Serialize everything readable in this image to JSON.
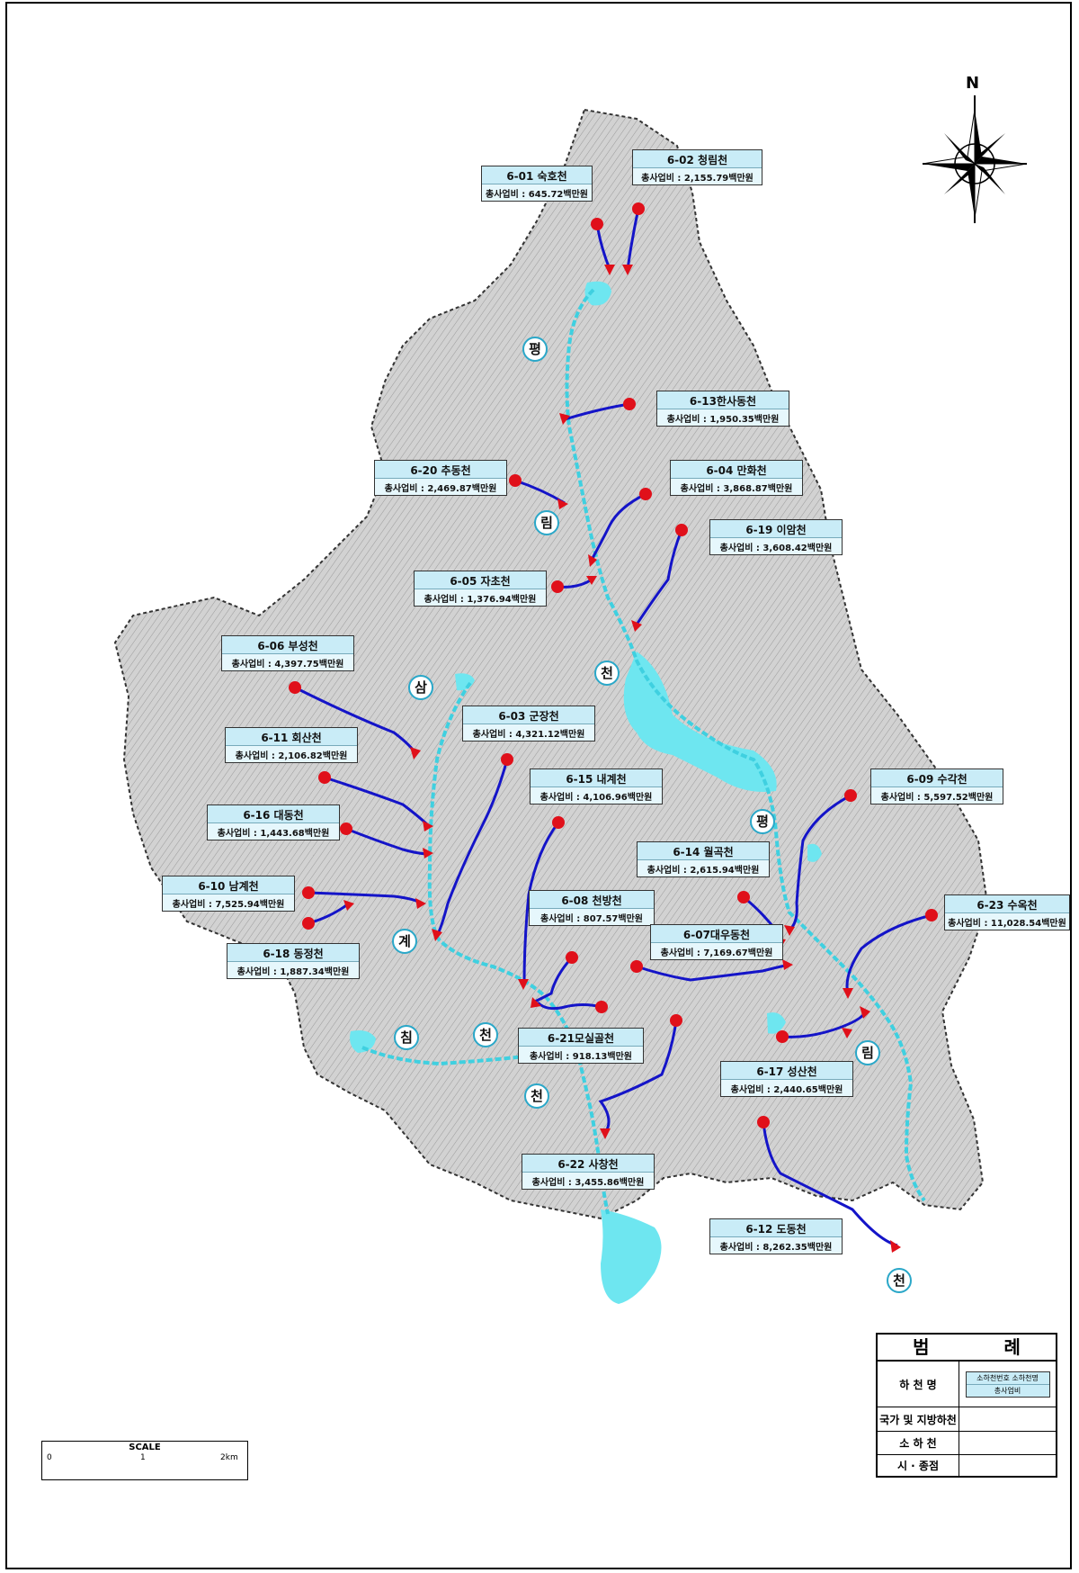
{
  "colors": {
    "national_river": "#3fd0e0",
    "small_river": "#1414c8",
    "point": "#e0101a",
    "label_bg": "#c9ecf7",
    "terrain": "#cfcfcf"
  },
  "labels": [
    {
      "code": "6-01 숙호천",
      "cost": "총사업비 : 645.72백만원"
    },
    {
      "code": "6-02 청림천",
      "cost": "총사업비 : 2,155.79백만원"
    },
    {
      "code": "6-13한사동천",
      "cost": "총사업비 : 1,950.35백만원"
    },
    {
      "code": "6-20 추동천",
      "cost": "총사업비 : 2,469.87백만원"
    },
    {
      "code": "6-04 만화천",
      "cost": "총사업비 : 3,868.87백만원"
    },
    {
      "code": "6-19 이암천",
      "cost": "총사업비 : 3,608.42백만원"
    },
    {
      "code": "6-05 자초천",
      "cost": "총사업비 : 1,376.94백만원"
    },
    {
      "code": "6-06 부성천",
      "cost": "총사업비 : 4,397.75백만원"
    },
    {
      "code": "6-03 군장천",
      "cost": "총사업비 : 4,321.12백만원"
    },
    {
      "code": "6-11 회산천",
      "cost": "총사업비 : 2,106.82백만원"
    },
    {
      "code": "6-15 내계천",
      "cost": "총사업비 : 4,106.96백만원"
    },
    {
      "code": "6-09 수각천",
      "cost": "총사업비 : 5,597.52백만원"
    },
    {
      "code": "6-16 대동천",
      "cost": "총사업비 : 1,443.68백만원"
    },
    {
      "code": "6-14 월곡천",
      "cost": "총사업비 : 2,615.94백만원"
    },
    {
      "code": "6-10 남계천",
      "cost": "총사업비 : 7,525.94백만원"
    },
    {
      "code": "6-08 천방천",
      "cost": "총사업비 : 807.57백만원"
    },
    {
      "code": "6-23 수옥천",
      "cost": "총사업비 : 11,028.54백만원"
    },
    {
      "code": "6-07대우동천",
      "cost": "총사업비 : 7,169.67백만원"
    },
    {
      "code": "6-18 동정천",
      "cost": "총사업비 : 1,887.34백만원"
    },
    {
      "code": "6-21모실골천",
      "cost": "총사업비 : 918.13백만원"
    },
    {
      "code": "6-17 성산천",
      "cost": "총사업비 : 2,440.65백만원"
    },
    {
      "code": "6-22 사창천",
      "cost": "총사업비 : 3,455.86백만원"
    },
    {
      "code": "6-12 도동천",
      "cost": "총사업비 : 8,262.35백만원"
    }
  ],
  "river_segments": [
    "평",
    "림",
    "천",
    "삼",
    "평",
    "계",
    "침",
    "천",
    "천",
    "림",
    "천"
  ],
  "compass": {
    "north": "N"
  },
  "legend": {
    "title": "범 례",
    "rows": [
      {
        "label": "하 천 명",
        "box_top": "소하천번호 소하천명",
        "box_bottom": "총사업비"
      },
      {
        "label": "국가 및 지방하천"
      },
      {
        "label": "소 하 천"
      },
      {
        "label": "시 · 종점"
      }
    ]
  },
  "scale": {
    "title": "SCALE",
    "ticks": [
      "0",
      "1",
      "2km"
    ]
  }
}
